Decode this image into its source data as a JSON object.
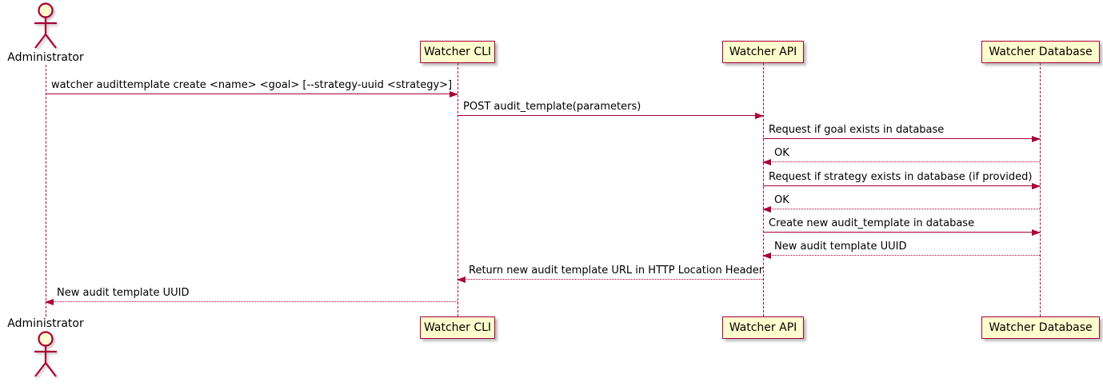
{
  "diagram": {
    "type": "sequence",
    "actor": {
      "label": "Administrator"
    },
    "participants": [
      {
        "label": "Watcher CLI"
      },
      {
        "label": "Watcher API"
      },
      {
        "label": "Watcher Database"
      }
    ],
    "messages": [
      {
        "from": "Administrator",
        "to": "Watcher CLI",
        "label": "watcher audittemplate create <name> <goal> [--strategy-uuid <strategy>]",
        "line": "solid",
        "direction": "right"
      },
      {
        "from": "Watcher CLI",
        "to": "Watcher API",
        "label": "POST audit_template(parameters)",
        "line": "solid",
        "direction": "right"
      },
      {
        "from": "Watcher API",
        "to": "Watcher Database",
        "label": "Request if goal exists in database",
        "line": "solid",
        "direction": "right"
      },
      {
        "from": "Watcher Database",
        "to": "Watcher API",
        "label": "OK",
        "line": "dashed",
        "direction": "left"
      },
      {
        "from": "Watcher API",
        "to": "Watcher Database",
        "label": "Request if strategy exists in database (if provided)",
        "line": "solid",
        "direction": "right"
      },
      {
        "from": "Watcher Database",
        "to": "Watcher API",
        "label": "OK",
        "line": "dashed",
        "direction": "left"
      },
      {
        "from": "Watcher API",
        "to": "Watcher Database",
        "label": "Create new audit_template in database",
        "line": "solid",
        "direction": "right"
      },
      {
        "from": "Watcher Database",
        "to": "Watcher API",
        "label": "New audit template UUID",
        "line": "dashed",
        "direction": "left"
      },
      {
        "from": "Watcher API",
        "to": "Watcher CLI",
        "label": "Return new audit template URL in HTTP Location Header",
        "line": "dashed",
        "direction": "left"
      },
      {
        "from": "Watcher CLI",
        "to": "Administrator",
        "label": "New audit template UUID",
        "line": "dashed",
        "direction": "left"
      }
    ],
    "colors": {
      "line": "#A80036",
      "box_fill": "#FEFECE",
      "text": "#000000",
      "background": "#FFFFFF"
    }
  }
}
